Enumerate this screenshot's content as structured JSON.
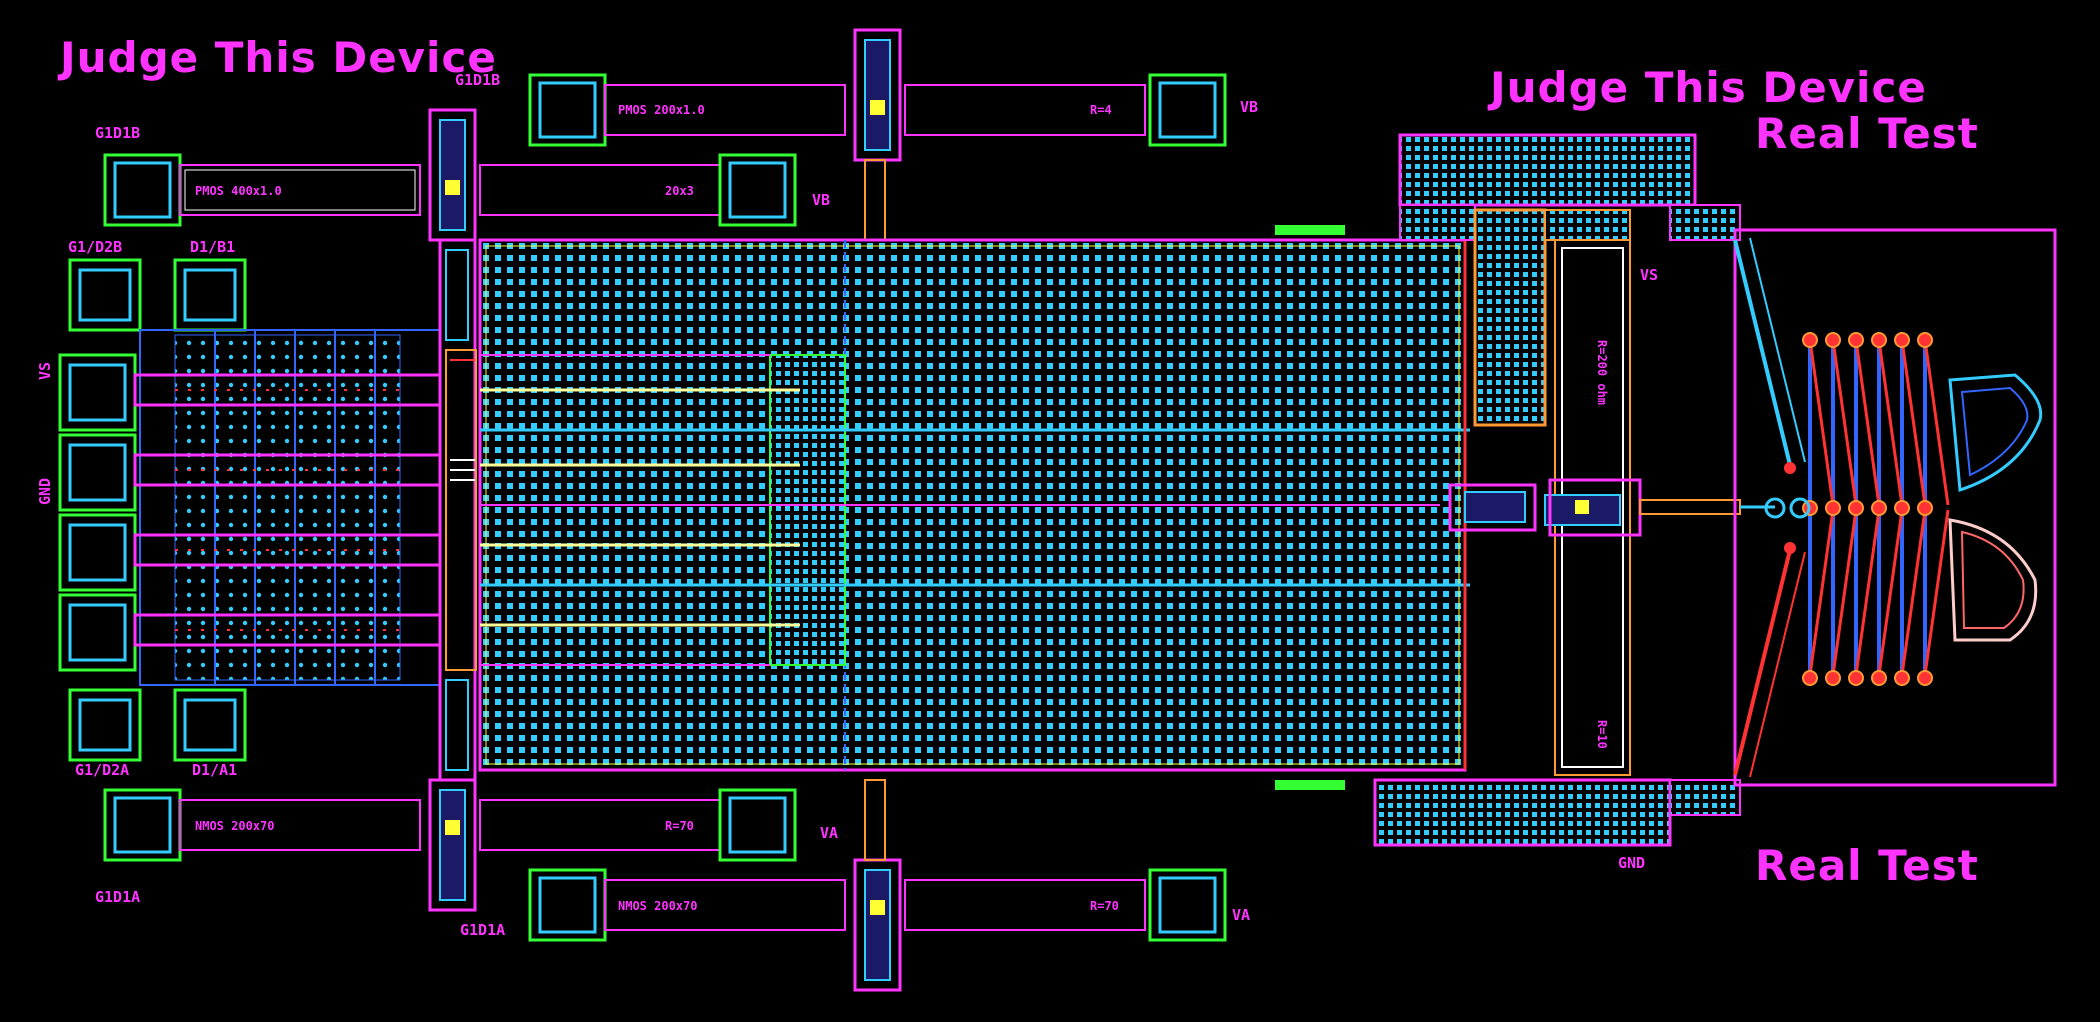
{
  "titles": {
    "top_left": "Judge This Device",
    "top_right": "Judge This Device",
    "right_upper": "Real Test",
    "right_lower": "Real Test"
  },
  "labels": {
    "g1d1b": "G1D1B",
    "g1d1a": "G1D1A",
    "g1d1b_top": "G1D1B",
    "g1d1a_bottom": "G1D1A",
    "g1d2b": "G1/D2B",
    "d1b": "D1/B1",
    "g1d2a": "G1/D2A",
    "d1a": "D1/A1",
    "vb_top": "VB",
    "vb_mid": "VB",
    "va_mid": "VA",
    "va_bottom": "VA",
    "vs_left": "VS",
    "gnd_left": "GND",
    "vs_right": "VS",
    "gnd_right": "GND"
  },
  "tags": {
    "top_left_res": "PMOS 400x1.0",
    "top_left_res_r": "20x3",
    "top_right_res": "PMOS 200x1.0",
    "top_right_res_r": "R=4",
    "bottom_left_res": "NMOS 200x70",
    "bottom_left_res_r": "R=70",
    "bottom_right_res": "NMOS 200x70",
    "bottom_right_res_r": "R=70",
    "vert_upper": "R=200 ohm",
    "vert_lower": "R=10"
  },
  "colors": {
    "magenta": "#ff33ff",
    "cyan": "#33ccff",
    "blue": "#3366ff",
    "green": "#33ff33",
    "yellow": "#ffff33",
    "red": "#ff3333",
    "white": "#ffffff"
  }
}
